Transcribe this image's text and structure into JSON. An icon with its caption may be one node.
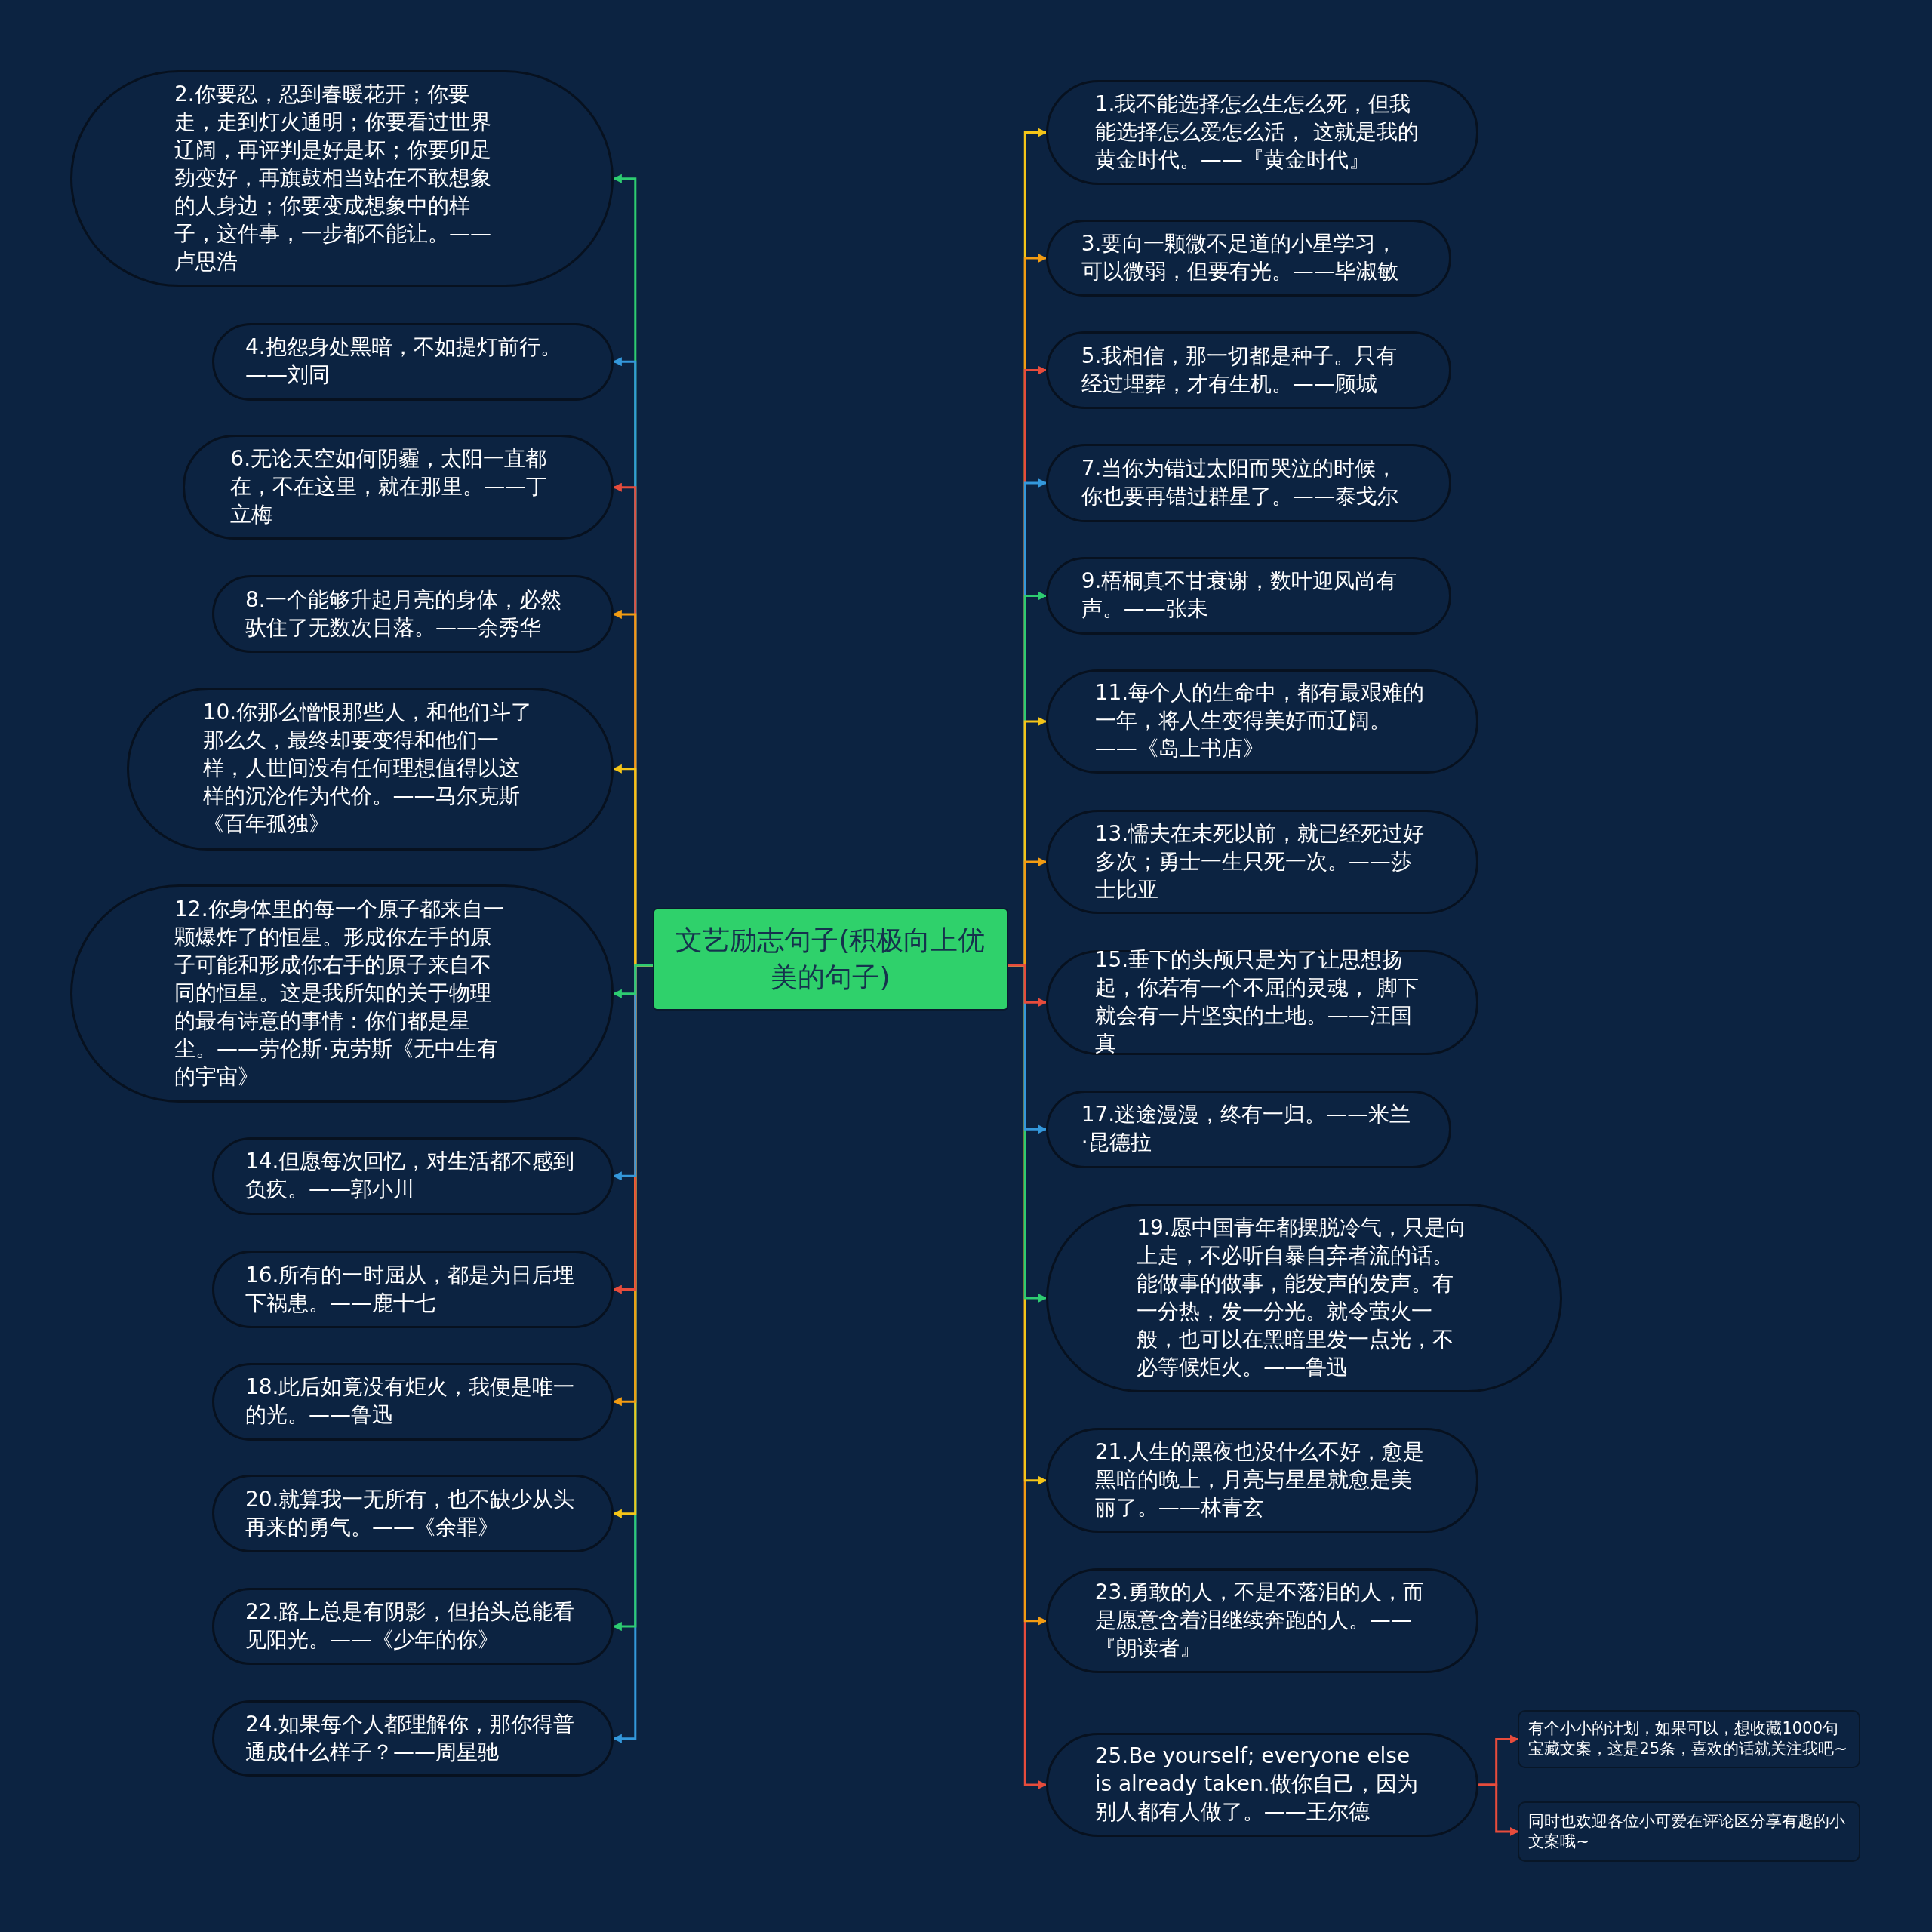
{
  "diagram": {
    "nodes": [
      {
        "text": [
          "文艺励志句子(积极向上优美的句子)"
        ]
      },
      {
        "text": [
          "1.我不能选择怎么生怎么死，但我能选择怎么爱怎么活， 这就是我的黄金时代。——『黄金时代』"
        ]
      },
      {
        "text": [
          "2.你要忍，忍到春暖花开；你要走，走到灯火通明；你要看过世界辽阔，再评判是好是坏；你要卯足劲变好，再旗鼓相当站在不敢想象的人身边；你要变成想象中的样子，这件事，一步都不能让。——卢思浩"
        ]
      },
      {
        "text": [
          "3.要向一颗微不足道的小星学习，可以微弱，但要有光。——毕淑敏"
        ]
      },
      {
        "text": [
          "4.抱怨身处黑暗，不如提灯前行。——刘同"
        ]
      },
      {
        "text": [
          "5.我相信，那一切都是种子。只有经过埋葬，才有生机。——顾城"
        ]
      },
      {
        "text": [
          "6.无论天空如何阴霾，太阳一直都在，不在这里，就在那里。——丁立梅"
        ]
      },
      {
        "text": [
          "7.当你为错过太阳而哭泣的时候，你也要再错过群星了。——泰戈尔"
        ]
      },
      {
        "text": [
          "8.一个能够升起月亮的身体，必然驮住了无数次日落。——余秀华"
        ]
      },
      {
        "text": [
          "9.梧桐真不甘衰谢，数叶迎风尚有声。——张耒"
        ]
      },
      {
        "text": [
          "10.你那么憎恨那些人，和他们斗了那么久，最终却要变得和他们一样，人世间没有任何理想值得以这样的沉沦作为代价。——马尔克斯《百年孤独》"
        ]
      },
      {
        "text": [
          "11.每个人的生命中，都有最艰难的一年，将人生变得美好而辽阔。——《岛上书店》"
        ]
      },
      {
        "text": [
          "12.你身体里的每一个原子都来自一颗爆炸了的恒星。形成你左手的原子可能和形成你右手的原子来自不同的恒星。这是我所知的关于物理的最有诗意的事情：你们都是星尘。——劳伦斯·克劳斯《无中生有的宇宙》"
        ]
      },
      {
        "text": [
          "13.懦夫在未死以前，就已经死过好多次；勇士一生只死一次。——莎士比亚"
        ]
      },
      {
        "text": [
          "14.但愿每次回忆，对生活都不感到负疚。——郭小川"
        ]
      },
      {
        "text": [
          "15.垂下的头颅只是为了让思想扬起，你若有一个不屈的灵魂， 脚下就会有一片坚实的土地。——汪国真"
        ]
      },
      {
        "text": [
          "16.所有的一时屈从，都是为日后埋下祸患。——鹿十七"
        ]
      },
      {
        "text": [
          "17.迷途漫漫，终有一归。——米兰·昆德拉"
        ]
      },
      {
        "text": [
          "18.此后如竟没有炬火，我便是唯一的光。——鲁迅"
        ]
      },
      {
        "text": [
          "19.愿中国青年都摆脱冷气，只是向上走，不必听自暴自弃者流的话。能做事的做事，能发声的发声。有一分热，发一分光。就令萤火一般，也可以在黑暗里发一点光，不必等候炬火。——鲁迅"
        ]
      },
      {
        "text": [
          "20.就算我一无所有，也不缺少从头再来的勇气。——《余罪》"
        ]
      },
      {
        "text": [
          "21.人生的黑夜也没什么不好，愈是黑暗的晚上，月亮与星星就愈是美丽了。——林青玄"
        ]
      },
      {
        "text": [
          "22.路上总是有阴影，但抬头总能看见阳光。——《少年的你》"
        ]
      },
      {
        "text": [
          "23.勇敢的人，不是不落泪的人，而是愿意含着泪继续奔跑的人。——『朗读者』"
        ]
      },
      {
        "text": [
          "24.如果每个人都理解你，那你得普通成什么样子？——周星驰"
        ]
      },
      {
        "text": [
          "25.Be yourself; everyone else is already taken.做你自己，因为别人都有人做了。——王尔德"
        ]
      },
      {
        "text": [
          "有个小小的计划，如果可以，想收藏1000句宝藏文案，这是25条，喜欢的话就关注我吧~"
        ]
      },
      {
        "text": [
          "同时也欢迎各位小可爱在评论区分享有趣的小文案哦~"
        ]
      }
    ],
    "edges": [
      {
        "from": 0,
        "to": 1,
        "arrow": "to",
        "color": "#f5c518"
      },
      {
        "from": 0,
        "to": 2,
        "arrow": "to",
        "color": "#2ecc71"
      },
      {
        "from": 0,
        "to": 3,
        "arrow": "to",
        "color": "#f39c12"
      },
      {
        "from": 0,
        "to": 4,
        "arrow": "to",
        "color": "#3498db"
      },
      {
        "from": 0,
        "to": 5,
        "arrow": "to",
        "color": "#e74c3c"
      },
      {
        "from": 0,
        "to": 6,
        "arrow": "to",
        "color": "#e74c3c"
      },
      {
        "from": 0,
        "to": 7,
        "arrow": "to",
        "color": "#3498db"
      },
      {
        "from": 0,
        "to": 8,
        "arrow": "to",
        "color": "#f39c12"
      },
      {
        "from": 0,
        "to": 9,
        "arrow": "to",
        "color": "#2ecc71"
      },
      {
        "from": 0,
        "to": 10,
        "arrow": "to",
        "color": "#f5c518"
      },
      {
        "from": 0,
        "to": 11,
        "arrow": "to",
        "color": "#f5c518"
      },
      {
        "from": 0,
        "to": 12,
        "arrow": "to",
        "color": "#2ecc71"
      },
      {
        "from": 0,
        "to": 13,
        "arrow": "to",
        "color": "#f39c12"
      },
      {
        "from": 0,
        "to": 14,
        "arrow": "to",
        "color": "#3498db"
      },
      {
        "from": 0,
        "to": 15,
        "arrow": "to",
        "color": "#e74c3c"
      },
      {
        "from": 0,
        "to": 16,
        "arrow": "to",
        "color": "#e74c3c"
      },
      {
        "from": 0,
        "to": 17,
        "arrow": "to",
        "color": "#3498db"
      },
      {
        "from": 0,
        "to": 18,
        "arrow": "to",
        "color": "#f39c12"
      },
      {
        "from": 0,
        "to": 19,
        "arrow": "to",
        "color": "#2ecc71"
      },
      {
        "from": 0,
        "to": 20,
        "arrow": "to",
        "color": "#f5c518"
      },
      {
        "from": 0,
        "to": 21,
        "arrow": "to",
        "color": "#f5c518"
      },
      {
        "from": 0,
        "to": 22,
        "arrow": "to",
        "color": "#2ecc71"
      },
      {
        "from": 0,
        "to": 23,
        "arrow": "to",
        "color": "#f39c12"
      },
      {
        "from": 0,
        "to": 24,
        "arrow": "to",
        "color": "#3498db"
      },
      {
        "from": 0,
        "to": 25,
        "arrow": "to",
        "color": "#e74c3c"
      },
      {
        "from": 25,
        "to": 26,
        "arrow": "to",
        "color": "#e74c3c"
      },
      {
        "from": 25,
        "to": 27,
        "arrow": "to",
        "color": "#e74c3c"
      }
    ]
  }
}
